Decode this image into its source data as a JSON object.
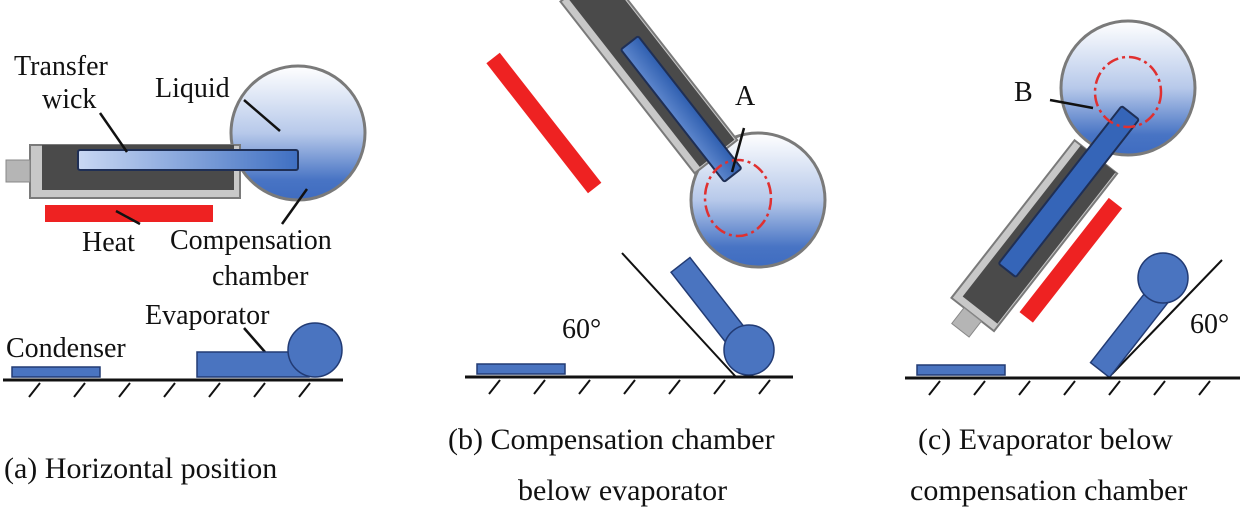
{
  "panel_a": {
    "labels": {
      "transfer": "Transfer",
      "wick": "wick",
      "liquid": "Liquid",
      "heat": "Heat",
      "compensation": "Compensation",
      "chamber": "chamber",
      "condenser": "Condenser",
      "evaporator": "Evaporator"
    },
    "caption": "(a) Horizontal position"
  },
  "panel_b": {
    "marker": "A",
    "angle": "60°",
    "caption_line1": "(b) Compensation chamber",
    "caption_line2": "below evaporator"
  },
  "panel_c": {
    "marker": "B",
    "angle": "60°",
    "caption_line1": "(c) Evaporator below",
    "caption_line2": "compensation chamber"
  },
  "colors": {
    "heat": "#ee2222",
    "body_dark": "#4a4a4a",
    "shell": "#c8c8c8",
    "liquid_blue": "#3f6fbf",
    "marker_red": "#e03030"
  }
}
